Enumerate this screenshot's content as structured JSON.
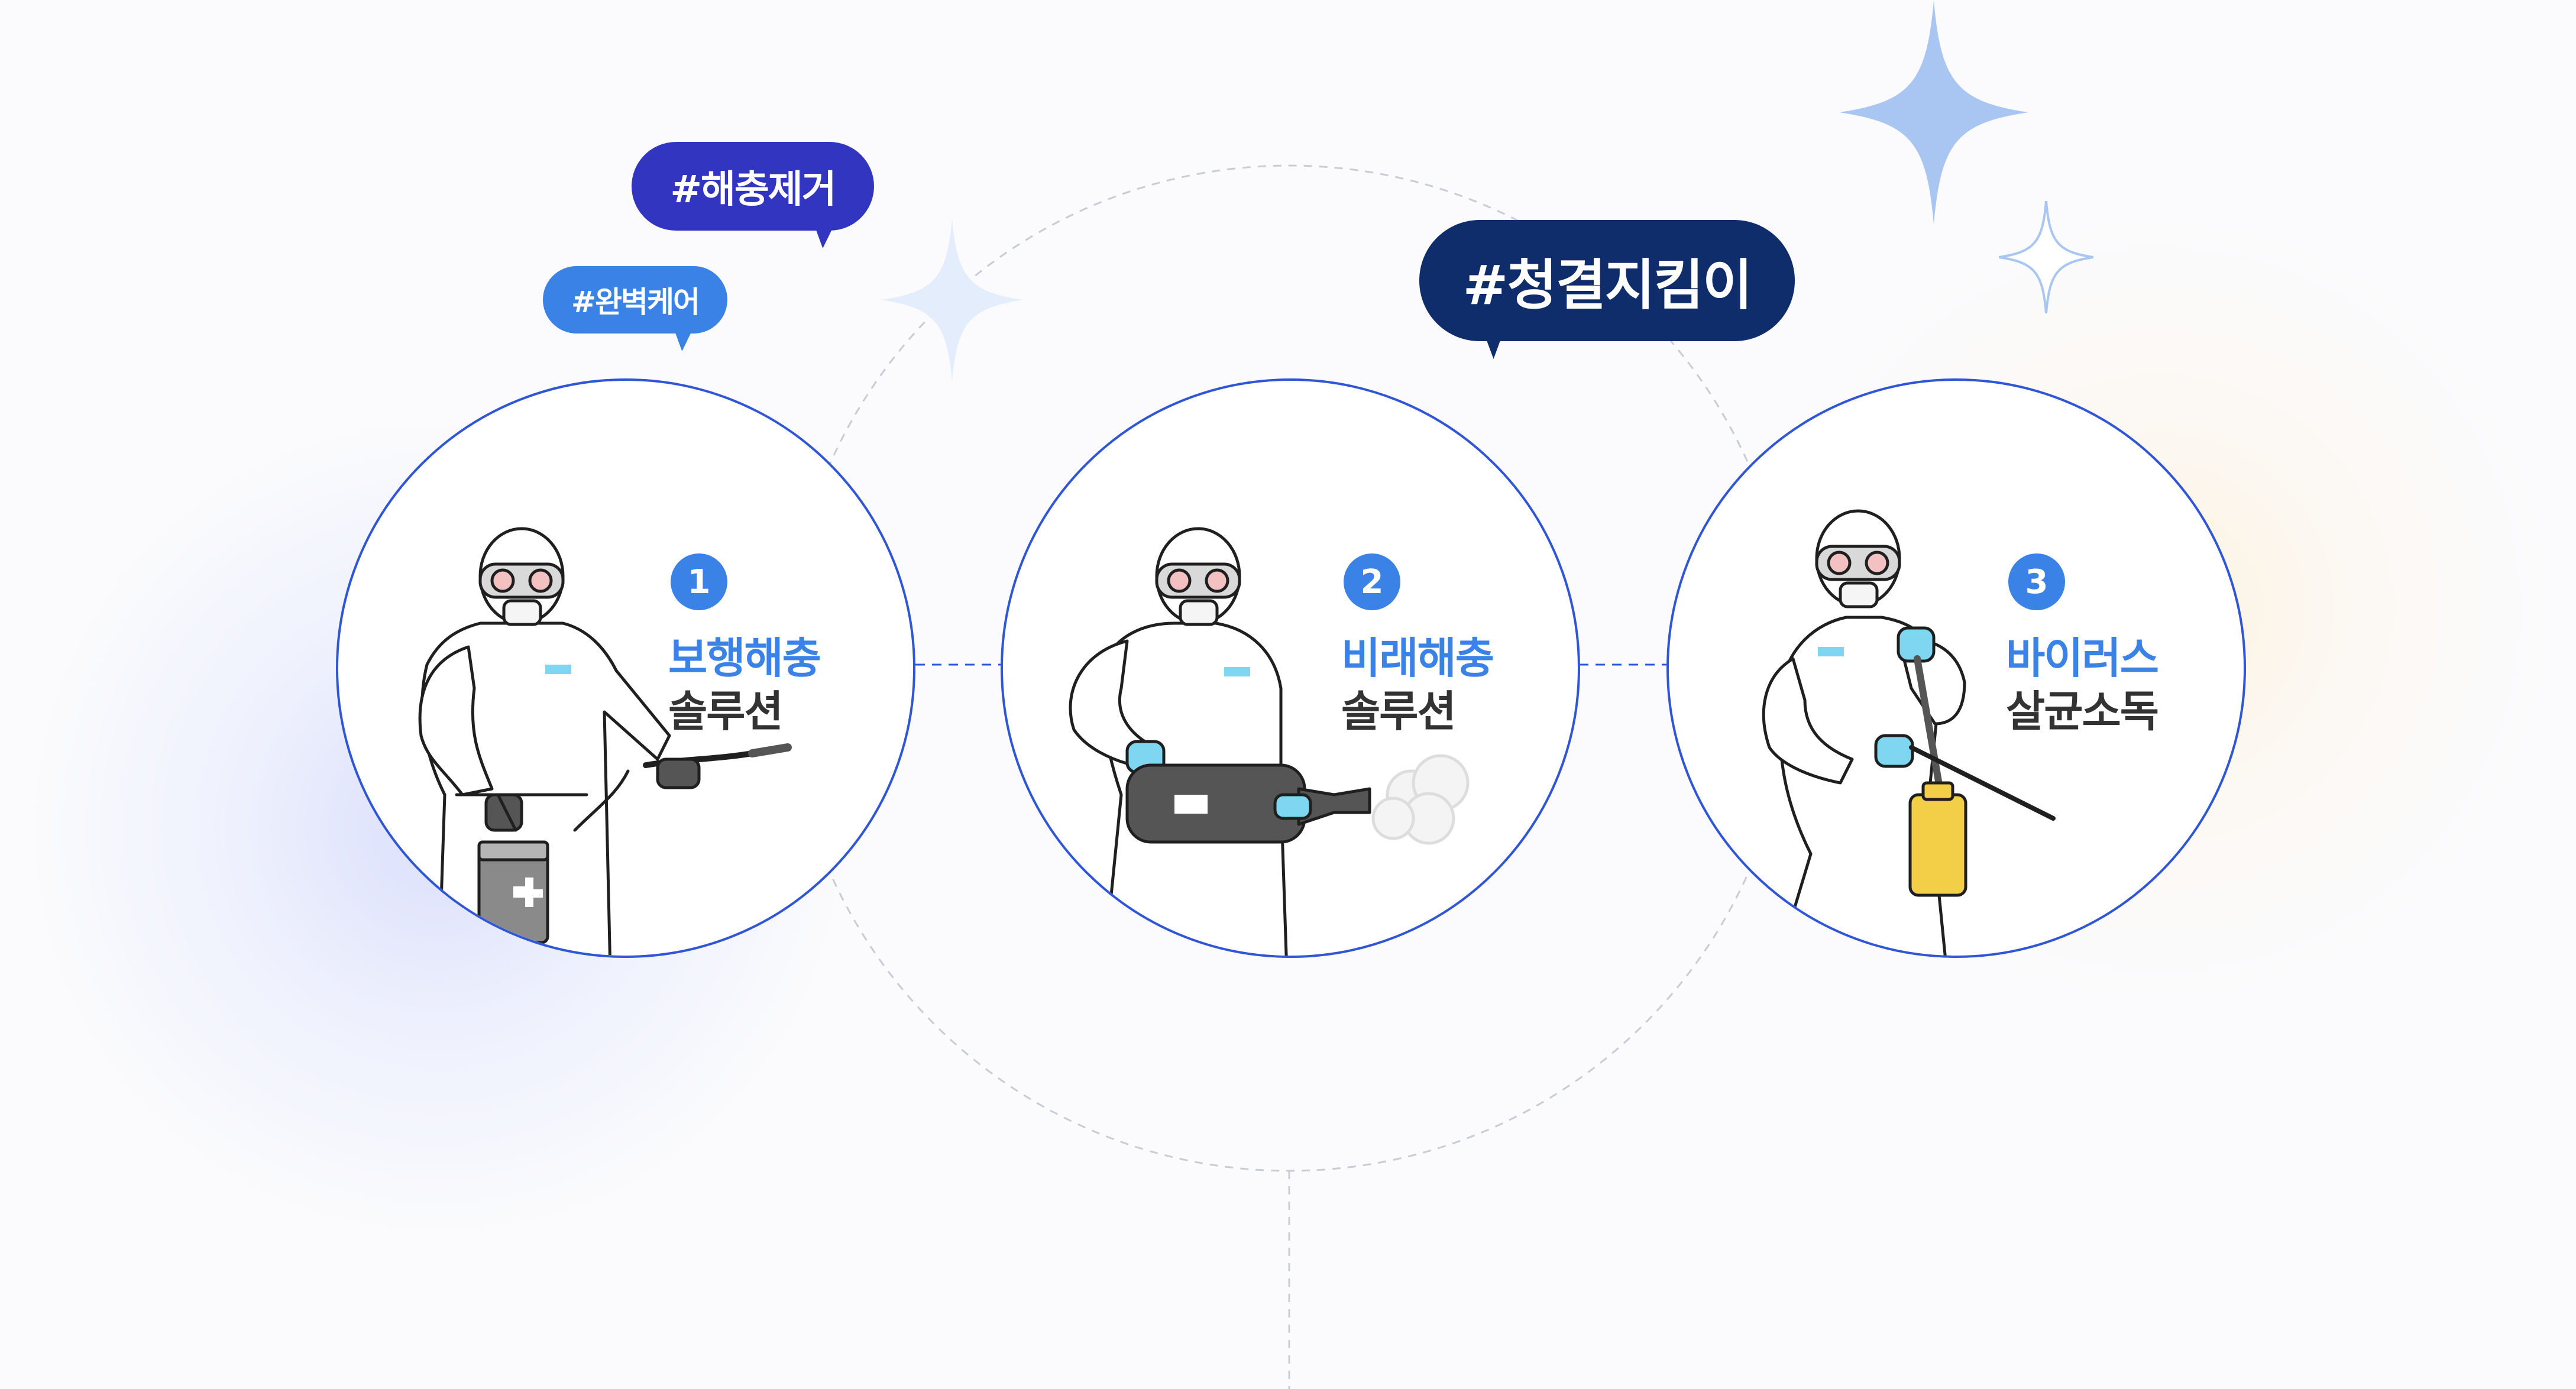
{
  "colors": {
    "circle_border": "#2f56d6",
    "label_accent": "#3a82e6",
    "label_dark": "#333333",
    "bubble_light": "#3a82e6",
    "bubble_mid": "#3235bf",
    "bubble_dark": "#0f2d6b",
    "sparkle_blue": "#a9c6f2",
    "sparkle_pale": "#e4edfb"
  },
  "tags": {
    "care": "#완벽케어",
    "pest_removal": "#해충제거",
    "cleanliness": "#청결지킴이"
  },
  "services": [
    {
      "number": "1",
      "title": "보행해충",
      "subtitle": "솔루션",
      "equipment": "gray-sprayer-tank"
    },
    {
      "number": "2",
      "title": "비래해충",
      "subtitle": "솔루션",
      "equipment": "fogging-machine"
    },
    {
      "number": "3",
      "title": "바이러스",
      "subtitle": "살균소독",
      "equipment": "yellow-shoulder-sprayer"
    }
  ],
  "icons": [
    "sparkle-icon",
    "hazmat-worker-icon"
  ]
}
